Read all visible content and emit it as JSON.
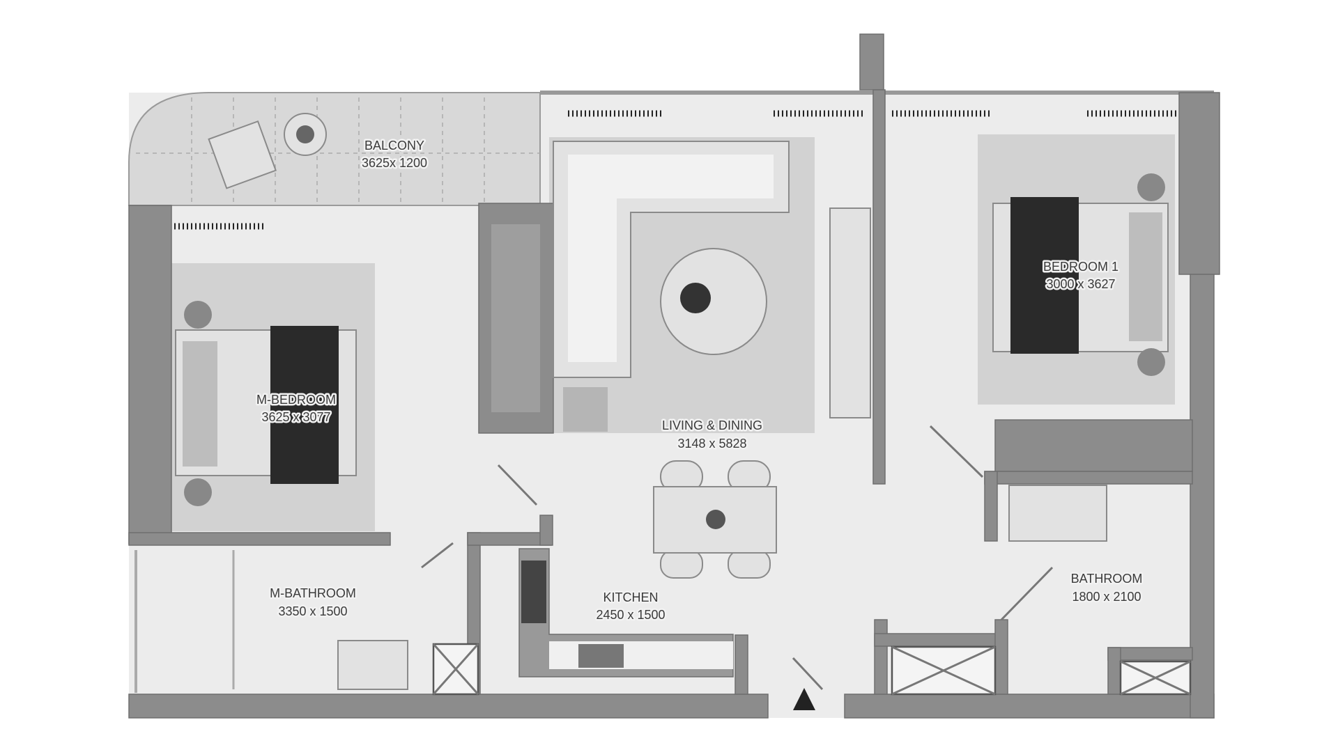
{
  "rooms": {
    "balcony": {
      "name": "BALCONY",
      "size": "3625x 1200"
    },
    "master_bedroom": {
      "name": "M-BEDROOM",
      "size": "3625 x 3077"
    },
    "living_dining": {
      "name": "LIVING & DINING",
      "size": "3148 x 5828"
    },
    "bedroom1": {
      "name": "BEDROOM 1",
      "size": "3000 x 3627"
    },
    "master_bathroom": {
      "name": "M-BATHROOM",
      "size": "3350 x 1500"
    },
    "kitchen": {
      "name": "KITCHEN",
      "size": "2450 x 1500"
    },
    "bathroom": {
      "name": "BATHROOM",
      "size": "1800 x 2100"
    }
  },
  "colors": {
    "wall": "#8c8c8c",
    "floor": "#ececec",
    "text": "#3a3a3a"
  }
}
